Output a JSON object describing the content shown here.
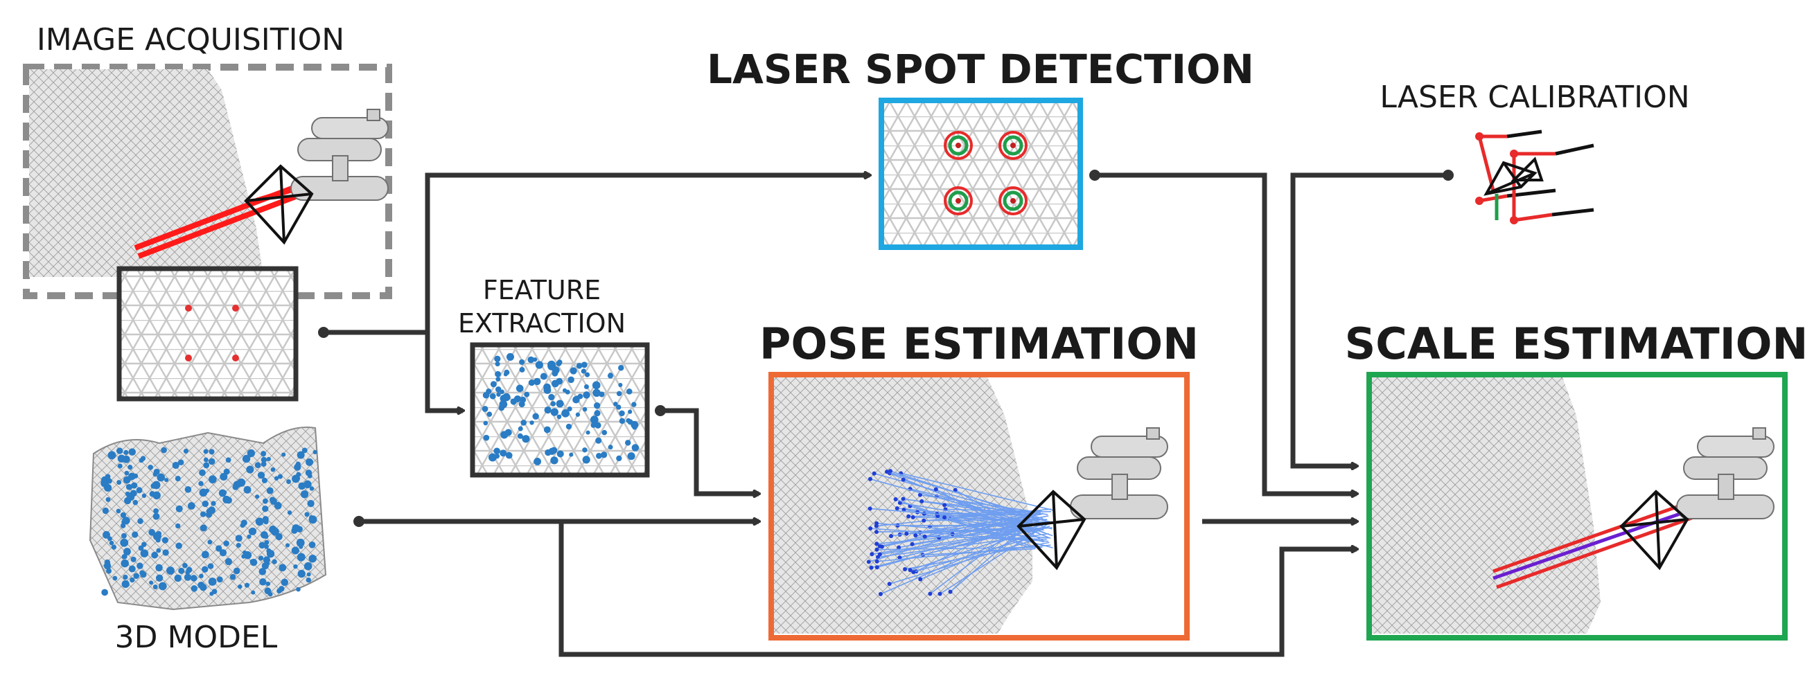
{
  "labels": {
    "image_acquisition": "IMAGE ACQUISITION",
    "laser_spot_detection": "LASER SPOT DETECTION",
    "laser_calibration": "LASER CALIBRATION",
    "feature_extraction_line1": "FEATURE",
    "feature_extraction_line2": "EXTRACTION",
    "pose_estimation": "POSE ESTIMATION",
    "scale_estimation": "SCALE ESTIMATION",
    "model_3d": "3D MODEL"
  },
  "colors": {
    "arrow": "#333333",
    "laser_spot_frame": "#1ea7e1",
    "pose_frame": "#ee6a35",
    "scale_frame": "#1fa651",
    "acquisition_frame": "#8c8c8c",
    "laser_beam": "#ff1a1a",
    "feature_point": "#2a7cc4",
    "match_line": "#6f9ef0",
    "estimated_beam": "#6a1fd0",
    "spot_green": "#1f9e4a"
  },
  "icons": [
    "camera-frustum-icon",
    "auv-vehicle-icon",
    "laser-spot-target-icon"
  ]
}
